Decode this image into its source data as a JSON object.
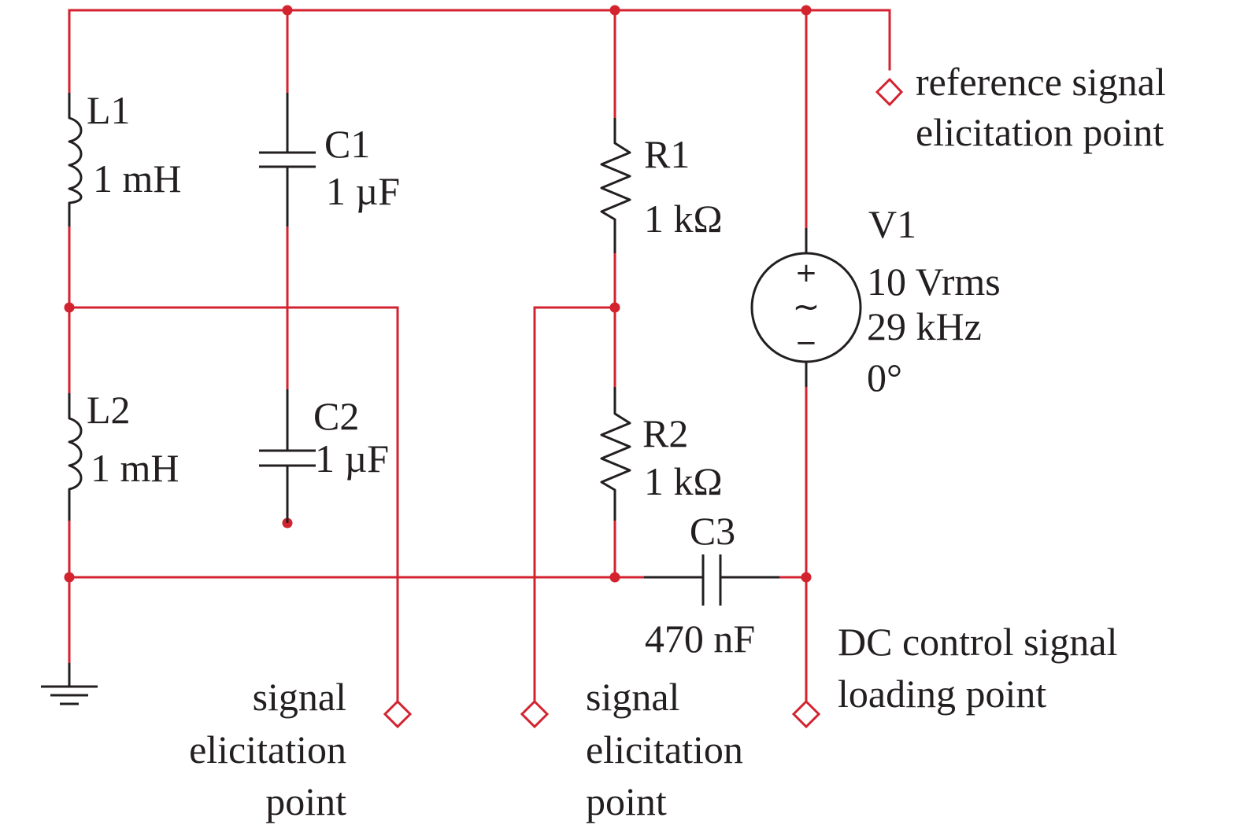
{
  "colors": {
    "wire": "#d3232f",
    "component": "#231f20",
    "background": "#ffffff"
  },
  "components": {
    "L1": {
      "name": "L1",
      "value": "1 mH"
    },
    "L2": {
      "name": "L2",
      "value": "1 mH"
    },
    "C1": {
      "name": "C1",
      "value": "1 µF"
    },
    "C2": {
      "name": "C2",
      "value": "1 µF"
    },
    "C3": {
      "name": "C3",
      "value": "470 nF"
    },
    "R1": {
      "name": "R1",
      "value": "1 kΩ"
    },
    "R2": {
      "name": "R2",
      "value": "1 kΩ"
    },
    "V1": {
      "name": "V1",
      "amplitude": "10 Vrms",
      "frequency": "29 kHz",
      "phase": "0°",
      "plus": "+",
      "minus": "−",
      "wave": "~"
    }
  },
  "ports": {
    "reference": {
      "line1": "reference signal",
      "line2": "elicitation point"
    },
    "signal_left": {
      "line1": "signal",
      "line2": "elicitation",
      "line3": "point"
    },
    "signal_right": {
      "line1": "signal",
      "line2": "elicitation",
      "line3": "point"
    },
    "dc_control": {
      "line1": "DC control signal",
      "line2": "loading point"
    }
  }
}
